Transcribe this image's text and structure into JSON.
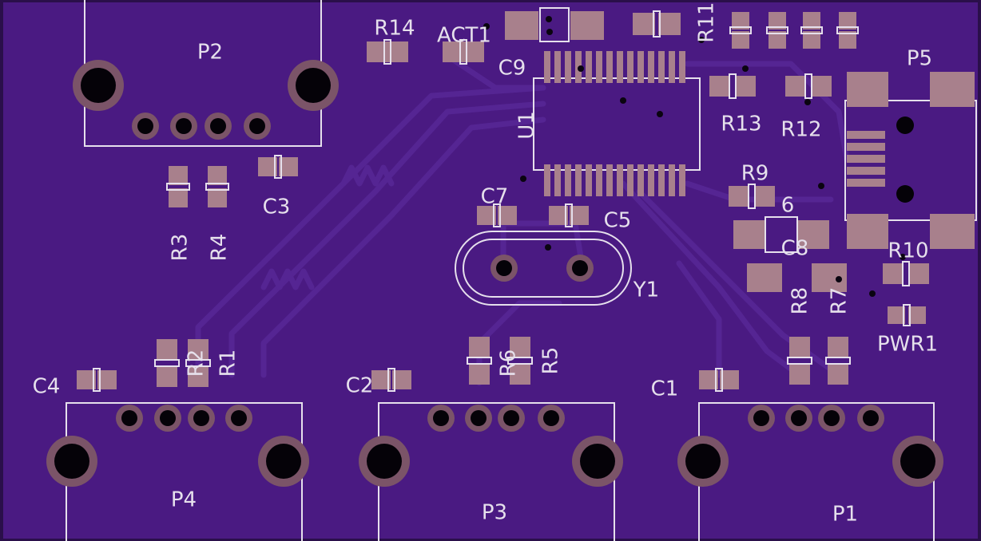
{
  "colors": {
    "board": "#4a1a82",
    "edge": "#2a0f4a",
    "trace": "#552593",
    "copper": "#a8808c",
    "copper_dark": "#7b5468",
    "silk": "#e6e0ec",
    "hole": "#050208",
    "via": "#0a0410"
  },
  "labels": {
    "P1": "P1",
    "P2": "P2",
    "P3": "P3",
    "P4": "P4",
    "P5": "P5",
    "U1": "U1",
    "Y1": "Y1",
    "C1": "C1",
    "C2": "C2",
    "C3": "C3",
    "C4": "C4",
    "C5": "C5",
    "C6": "6",
    "C7": "C7",
    "C8": "C8",
    "C9": "C9",
    "R1": "R1",
    "R2": "R2",
    "R3": "R3",
    "R4": "R4",
    "R5": "R5",
    "R6": "R6",
    "R7": "R7",
    "R8": "R8",
    "R9": "R9",
    "R10": "R10",
    "R11": "R11",
    "R12": "R12",
    "R13": "R13",
    "R14": "R14",
    "ACT1": "ACT1",
    "PWR1": "PWR1"
  }
}
